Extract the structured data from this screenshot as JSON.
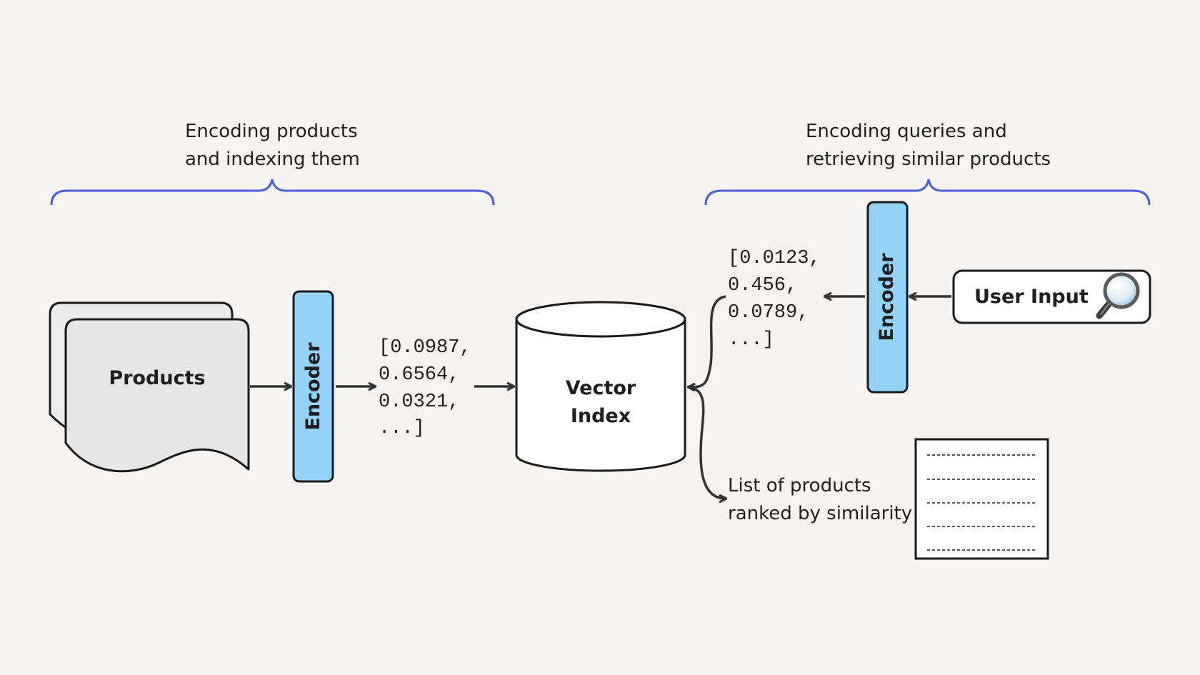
{
  "left_section": {
    "caption_line1": "Encoding products",
    "caption_line2": "and indexing them"
  },
  "right_section": {
    "caption_line1": "Encoding queries and",
    "caption_line2": "retrieving similar products"
  },
  "products": {
    "label": "Products"
  },
  "encoder_left": {
    "label": "Encoder"
  },
  "encoder_right": {
    "label": "Encoder"
  },
  "vector_left": [
    "[0.0987,",
    "0.6564,",
    "0.0321,",
    "...]"
  ],
  "vector_right": [
    "[0.0123,",
    "0.456,",
    "0.0789,",
    "...]"
  ],
  "vector_index": {
    "line1": "Vector",
    "line2": "Index"
  },
  "user_input": {
    "label": "User Input",
    "icon": "magnifying-glass-icon"
  },
  "results": {
    "caption_line1": "List of products",
    "caption_line2": "ranked by similarity"
  },
  "colors": {
    "encoder_fill": "#94d3f5",
    "brace": "#4a5fd8",
    "doc_fill": "#e6e6e6",
    "background": "#f5f4f2"
  }
}
